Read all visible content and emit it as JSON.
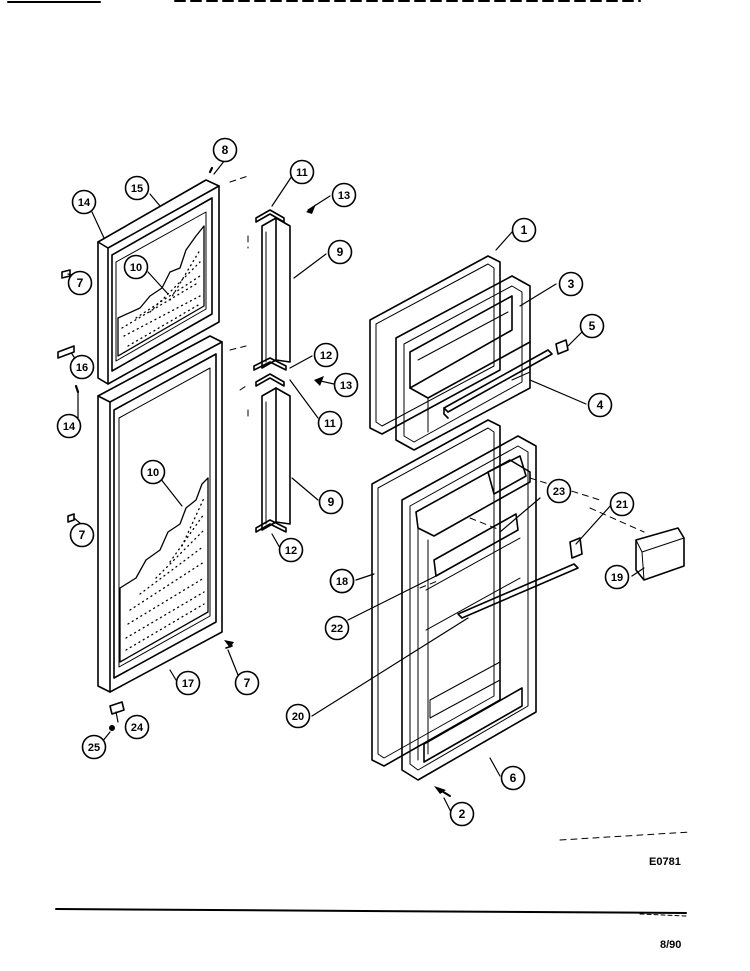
{
  "drawing": {
    "code": "E0781",
    "date": "8/90"
  },
  "callouts": [
    "1",
    "2",
    "3",
    "4",
    "5",
    "6",
    "7",
    "7",
    "7",
    "7",
    "8",
    "9",
    "9",
    "10",
    "10",
    "11",
    "11",
    "12",
    "12",
    "13",
    "13",
    "14",
    "14",
    "15",
    "16",
    "16",
    "17",
    "18",
    "19",
    "20",
    "21",
    "22",
    "23",
    "24",
    "25"
  ],
  "colors": {
    "ink": "#000000",
    "paper": "#ffffff"
  }
}
